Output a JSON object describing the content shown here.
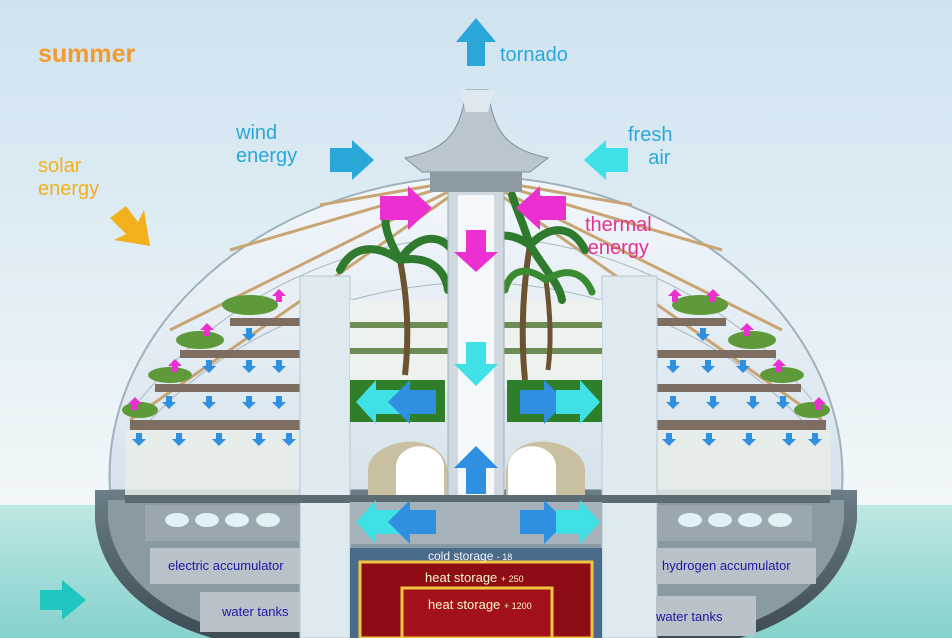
{
  "labels": {
    "season": "summer",
    "solar_line1": "solar",
    "solar_line2": "energy",
    "wind_line1": "wind",
    "wind_line2": "energy",
    "tornado": "tornado",
    "fresh_line1": "fresh",
    "fresh_line2": "air",
    "thermal_line1": "thermal",
    "thermal_line2": "energy",
    "electric_accumulator": "electric accumulator",
    "hydrogen_accumulator": "hydrogen accumulator",
    "water_tanks_left": "water tanks",
    "water_tanks_right": "water tanks",
    "cold_storage": "cold storage",
    "cold_storage_value": "- 18",
    "heat_storage_1": "heat storage",
    "heat_storage_1_value": "+ 250",
    "heat_storage_2": "heat storage",
    "heat_storage_2_value": "+ 1200"
  },
  "colors": {
    "season": "#f39a2e",
    "solar": "#f2b01c",
    "air": "#2aa7d8",
    "thermal": "#e0338f",
    "fresh_arrow": "#3fe0e6",
    "magenta_arrow": "#ec2fd0",
    "blue_arrow": "#2f8fe0",
    "accumulator_text": "#1a1aa6",
    "heat_storage": "#8e0d14"
  }
}
